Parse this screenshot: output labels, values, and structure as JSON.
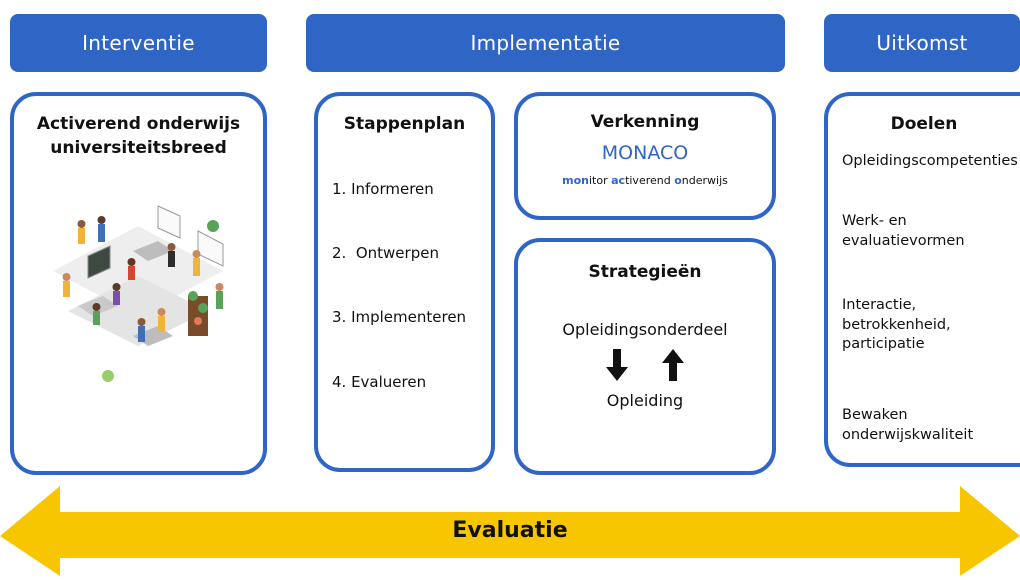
{
  "headers": {
    "interventie": "Interventie",
    "implementatie": "Implementatie",
    "uitkomst": "Uitkomst"
  },
  "interventie_box": {
    "title_line1": "Activerend onderwijs",
    "title_line2": "universiteitsbreed",
    "illustration_icon": "classroom-illustration"
  },
  "stappenplan": {
    "title": "Stappenplan",
    "steps": [
      "1. Informeren",
      "2.  Ontwerpen",
      "3. Implementeren",
      "4. Evalueren"
    ]
  },
  "verkenning": {
    "title": "Verkenning",
    "name": "MONACO",
    "subtitle_parts": [
      {
        "text": "mon",
        "highlight": true
      },
      {
        "text": "itor ",
        "highlight": false
      },
      {
        "text": "ac",
        "highlight": true
      },
      {
        "text": "tiverend ",
        "highlight": false
      },
      {
        "text": "o",
        "highlight": true
      },
      {
        "text": "nderwijs",
        "highlight": false
      }
    ]
  },
  "strategieen": {
    "title": "Strategieën",
    "top": "Opleidingsonderdeel",
    "bottom": "Opleiding",
    "arrows": [
      "arrow-down-icon",
      "arrow-up-icon"
    ]
  },
  "doelen": {
    "title": "Doelen",
    "items": [
      "Opleidingscompetenties",
      "Werk- en\nevaluatievormen",
      "Interactie,\nbetrokkenheid,\nparticipatie",
      "Bewaken\nonderwijskwaliteit"
    ]
  },
  "evaluatie": {
    "label": "Evaluatie"
  },
  "colors": {
    "primary_blue": "#2f66c6",
    "arrow_yellow": "#f7c600",
    "text_blue": "#2f66c6"
  }
}
